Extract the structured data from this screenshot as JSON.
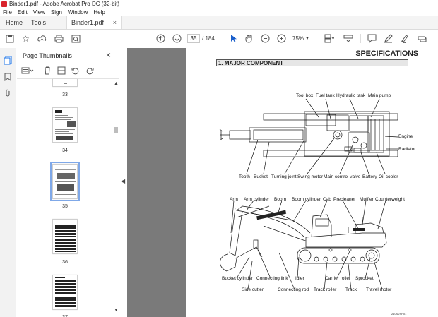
{
  "window": {
    "title": "Binder1.pdf - Adobe Acrobat Pro DC (32-bit)"
  },
  "menu": [
    "File",
    "Edit",
    "View",
    "Sign",
    "Window",
    "Help"
  ],
  "tabs": {
    "home": "Home",
    "tools": "Tools",
    "document": "Binder1.pdf",
    "close": "×"
  },
  "toolbar": {
    "page_current": "35",
    "page_total": "/  184",
    "zoom": "75%"
  },
  "thumbnails": {
    "title": "Page Thumbnails",
    "close": "×",
    "pages": [
      {
        "label": "33"
      },
      {
        "label": "34"
      },
      {
        "label": "35",
        "selected": true
      },
      {
        "label": "36"
      },
      {
        "label": "37"
      }
    ]
  },
  "document": {
    "heading": "SPECIFICATIONS",
    "section": "1. MAJOR COMPONENT",
    "top_labels": {
      "tool_box": "Tool box",
      "fuel_tank": "Fuel tank",
      "hydraulic_tank": "Hydraulic tank",
      "main_pump": "Main pump",
      "engine": "Engine",
      "radiator": "Radiator",
      "tooth": "Tooth",
      "bucket": "Bucket",
      "turning_joint": "Turning joint",
      "swing_motor": "Swing motor",
      "main_control_valve": "Main control valve",
      "battery": "Battery",
      "oil_cooler": "Oil cooler"
    },
    "side_labels": {
      "arm": "Arm",
      "arm_cylinder": "Arm cylinder",
      "boom": "Boom",
      "boom_cylinder": "Boom cylinder",
      "cab": "Cab",
      "precleaner": "Precleaner",
      "muffler": "Muffler",
      "counterweight": "Counterweight",
      "bucket_cylinder": "Bucket cylinder",
      "connecting_link": "Connecting link",
      "idler": "Idler",
      "carrier_roller": "Carrier roller",
      "sprocket": "Sprocket",
      "side_cutter": "Side cutter",
      "connecting_rod": "Connecting rod",
      "track_roller": "Track roller",
      "track": "Track",
      "travel_motor": "Travel motor"
    },
    "footer_code": "210S2SP01"
  }
}
